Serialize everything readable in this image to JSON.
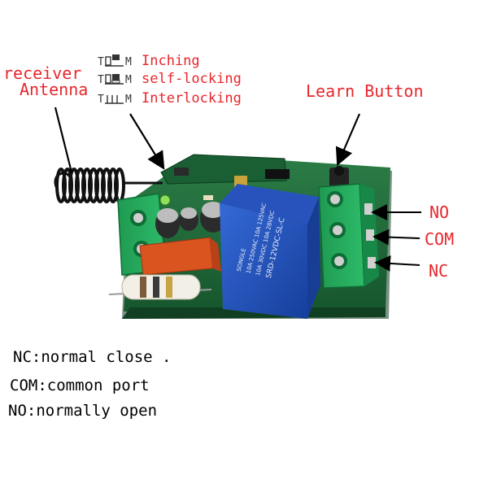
{
  "labels": {
    "receiver": "receiver",
    "antenna": "Antenna",
    "learn_button": "Learn Button",
    "no": "NO",
    "com": "COM",
    "nc": "NC"
  },
  "modes": [
    {
      "label": "Inching"
    },
    {
      "label": "self-locking"
    },
    {
      "label": "Interlocking"
    }
  ],
  "definitions": [
    {
      "text": "NC:normal close ."
    },
    {
      "text": "COM:common port"
    },
    {
      "text": "NO:normally open"
    }
  ],
  "relay_print": {
    "brand": "SONGLE",
    "line1": "10A 250VAC 10A 125VAC",
    "line2": "10A 30VDC 10A 28VDC",
    "model": "SRD-12VDC-SL-C"
  },
  "colors": {
    "label_red": "#e8262b",
    "board_green": "#1f6b3a",
    "terminal_green": "#23a35a",
    "relay_blue": "#1f4fb8"
  }
}
